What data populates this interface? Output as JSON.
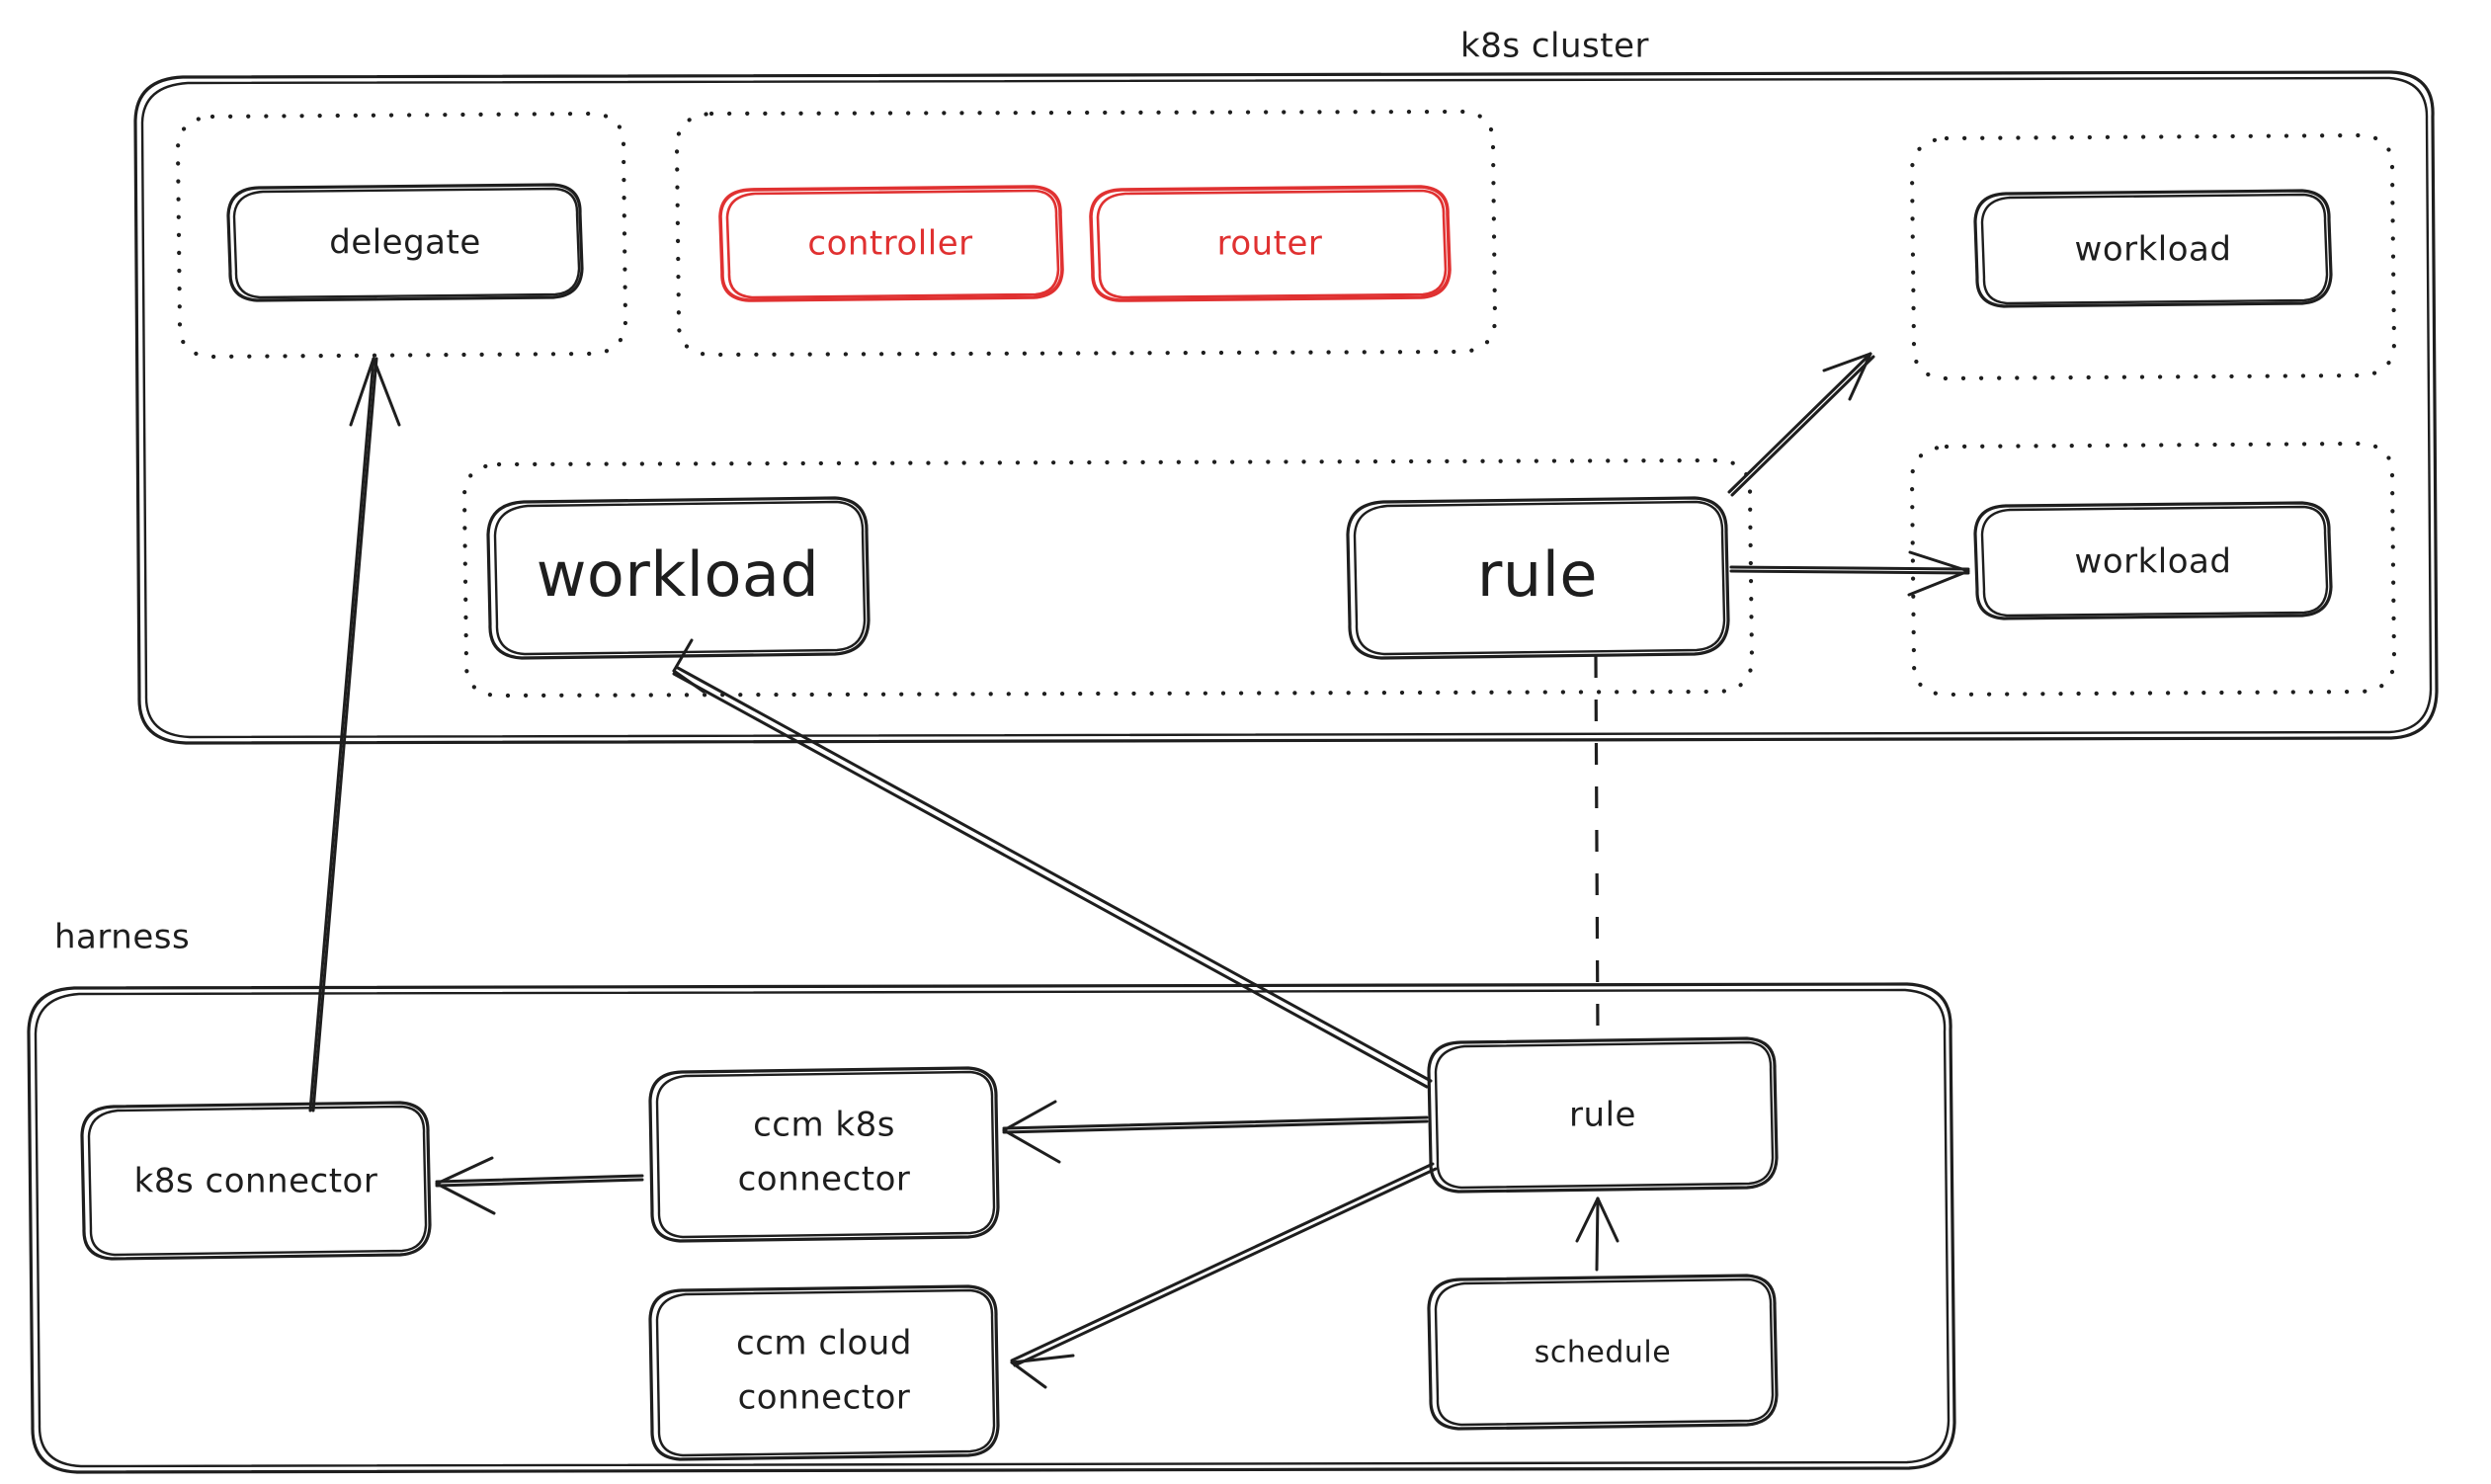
{
  "diagram": {
    "title_visible": false,
    "colors": {
      "stroke": "#1e1e1e",
      "accent_red": "#e03131",
      "background": "#ffffff"
    },
    "groups": [
      {
        "id": "k8s-cluster",
        "label": "k8s cluster"
      },
      {
        "id": "harness",
        "label": "harness"
      }
    ],
    "k8s_cluster": {
      "label": "k8s cluster",
      "zones": [
        {
          "id": "delegate-zone",
          "nodes": [
            {
              "id": "delegate",
              "label": "delegate",
              "color": "#1e1e1e"
            }
          ]
        },
        {
          "id": "controller-router-zone",
          "nodes": [
            {
              "id": "controller",
              "label": "controller",
              "color": "#e03131"
            },
            {
              "id": "router",
              "label": "router",
              "color": "#e03131"
            }
          ]
        },
        {
          "id": "workload-top-right-zone",
          "nodes": [
            {
              "id": "workload-top-right",
              "label": "workload",
              "color": "#1e1e1e"
            }
          ]
        },
        {
          "id": "workload-mid-right-zone",
          "nodes": [
            {
              "id": "workload-mid-right",
              "label": "workload",
              "color": "#1e1e1e"
            }
          ]
        },
        {
          "id": "workload-rule-zone",
          "nodes": [
            {
              "id": "workload-center",
              "label": "workload",
              "color": "#1e1e1e"
            },
            {
              "id": "rule-cluster",
              "label": "rule",
              "color": "#1e1e1e"
            }
          ]
        }
      ]
    },
    "harness": {
      "label": "harness",
      "nodes": [
        {
          "id": "k8s-connector",
          "label": "k8s connector",
          "color": "#1e1e1e"
        },
        {
          "id": "ccm-k8s-connector",
          "label_line1": "ccm k8s",
          "label_line2": "connector",
          "color": "#1e1e1e"
        },
        {
          "id": "ccm-cloud-connector",
          "label_line1": "ccm cloud",
          "label_line2": "connector",
          "color": "#1e1e1e"
        },
        {
          "id": "rule-harness",
          "label": "rule",
          "color": "#1e1e1e"
        },
        {
          "id": "schedule",
          "label": "schedule",
          "color": "#1e1e1e"
        }
      ]
    },
    "edges": [
      {
        "from": "k8s-connector",
        "to": "delegate",
        "style": "solid-arrow"
      },
      {
        "from": "rule-harness",
        "to": "workload-center",
        "style": "solid-arrow"
      },
      {
        "from": "rule-harness",
        "to": "ccm-k8s-connector",
        "style": "solid-arrow"
      },
      {
        "from": "rule-harness",
        "to": "ccm-cloud-connector",
        "style": "solid-arrow"
      },
      {
        "from": "ccm-k8s-connector",
        "to": "k8s-connector",
        "style": "solid-arrow"
      },
      {
        "from": "schedule",
        "to": "rule-harness",
        "style": "solid-arrow"
      },
      {
        "from": "rule-cluster",
        "to": "workload-top-right",
        "style": "solid-arrow"
      },
      {
        "from": "rule-cluster",
        "to": "workload-mid-right",
        "style": "solid-arrow"
      },
      {
        "from": "rule-cluster",
        "to": "rule-harness",
        "style": "dashed-link"
      }
    ]
  }
}
